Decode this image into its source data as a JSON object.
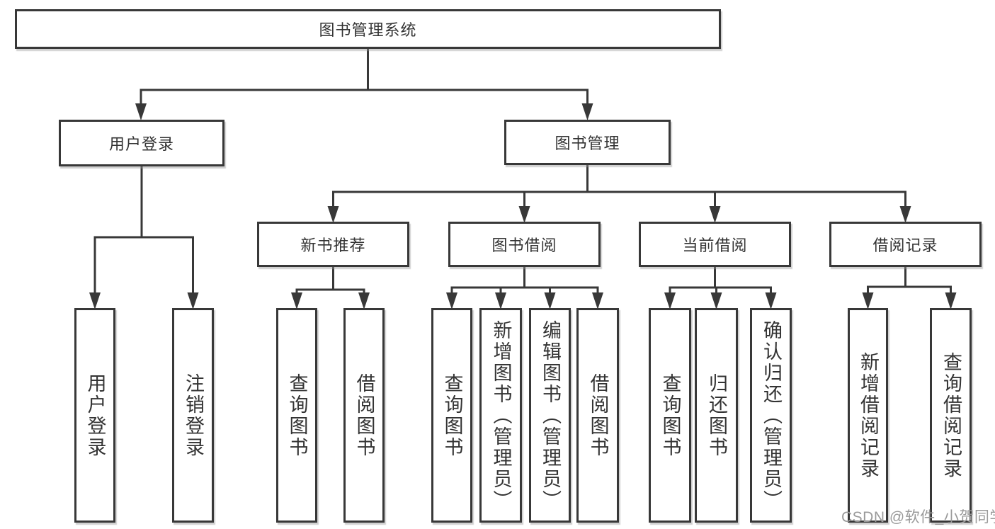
{
  "diagram": {
    "root": "图书管理系统",
    "level2": {
      "user_login": "用户登录",
      "book_management": "图书管理"
    },
    "level3": {
      "new_book_recommend": "新书推荐",
      "book_borrow": "图书借阅",
      "current_borrow": "当前借阅",
      "borrow_records": "借阅记录"
    },
    "leaves": {
      "user_login": "用户登录",
      "logout": "注销登录",
      "recommend_query_books": "查询图书",
      "recommend_borrow_books": "借阅图书",
      "borrow_query_books": "查询图书",
      "borrow_add_books": "新增图书（管理员）",
      "borrow_edit_books": "编辑图书（管理员）",
      "borrow_borrow_books": "借阅图书",
      "current_query_books": "查询图书",
      "current_return_books": "归还图书",
      "current_confirm_return": "确认归还（管理员）",
      "records_add_record": "新增借阅记录",
      "records_query_record": "查询借阅记录"
    }
  },
  "watermark": {
    "text": "CSDN @软件_小贺同学",
    "color": "#9a9a9a"
  },
  "colors": {
    "line": "#383838",
    "box_border": "#383838",
    "text": "#333333",
    "background": "#ffffff"
  }
}
